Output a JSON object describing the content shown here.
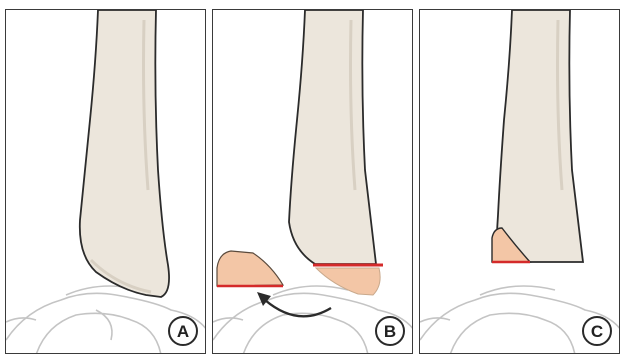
{
  "panels": [
    {
      "id": "A",
      "label": "A",
      "description_visible": false
    },
    {
      "id": "B",
      "label": "B",
      "description_visible": false
    },
    {
      "id": "C",
      "label": "C",
      "description_visible": false
    }
  ],
  "colors": {
    "bone_fill": "#ece6dc",
    "bone_shade": "#ddd5c8",
    "outline": "#2b2b2b",
    "osteotomy_line": "#d42a2a",
    "wedge_fill": "#f3c6a6",
    "tibia_sketch": "#c8c8c8",
    "arrow": "#2b2b2b"
  },
  "icons": {
    "arrow": "curved-arrow-icon"
  }
}
